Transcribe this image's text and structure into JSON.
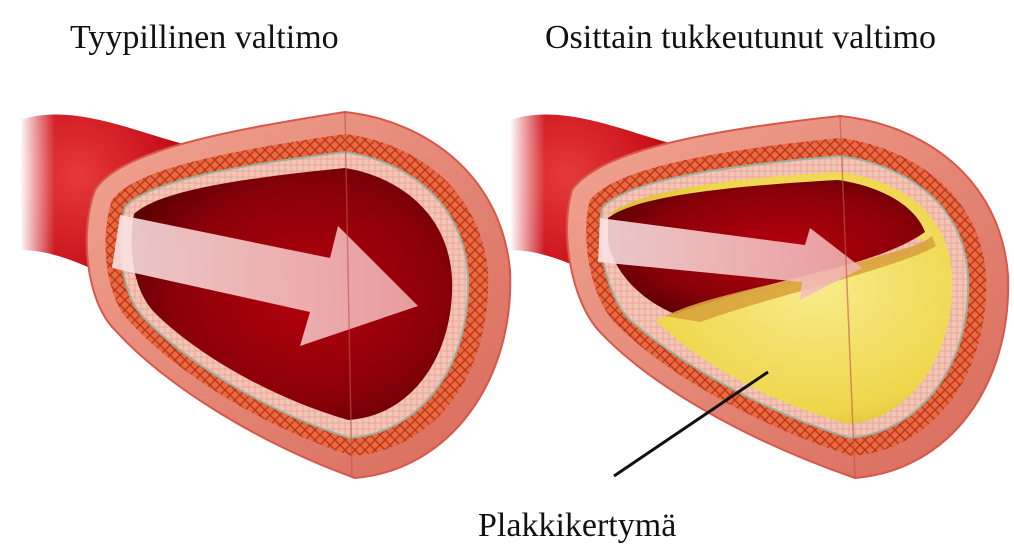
{
  "labels": {
    "normal_artery": "Tyypillinen valtimo",
    "blocked_artery": "Osittain tukkeutunut valtimo",
    "plaque": "Plakkikertymä"
  },
  "colors": {
    "background": "#ffffff",
    "vessel_red": "#c8101a",
    "lumen_dark": "#8a0008",
    "wall_pink": "#e9867a",
    "wall_light": "#f3c3b6",
    "muscle_orange": "#e0552e",
    "plaque_yellow": "#f1dd5a",
    "arrow_pink": "#f7c9c9",
    "leader_line": "#111111"
  },
  "icons": {
    "flow_arrow": "blood-flow-arrow-icon"
  }
}
